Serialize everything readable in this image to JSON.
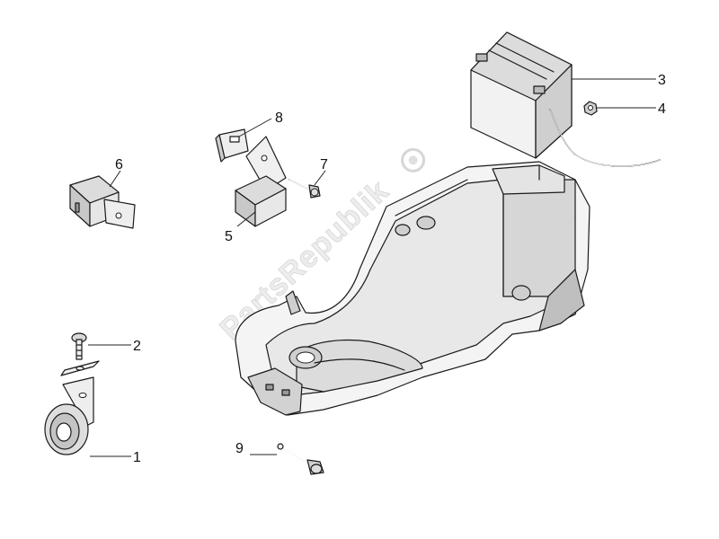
{
  "watermark": {
    "text": "PartsRepublik"
  },
  "callouts": [
    {
      "id": "1",
      "label": "1"
    },
    {
      "id": "2",
      "label": "2"
    },
    {
      "id": "3",
      "label": "3"
    },
    {
      "id": "4",
      "label": "4"
    },
    {
      "id": "5",
      "label": "5"
    },
    {
      "id": "6",
      "label": "6"
    },
    {
      "id": "7",
      "label": "7"
    },
    {
      "id": "8",
      "label": "8"
    },
    {
      "id": "9",
      "label": "9"
    }
  ],
  "colors": {
    "line": "#1a1a1a",
    "fill_light": "#e6e6e6",
    "fill_mid": "#c8c8c8",
    "watermark": "#e4e4e4"
  }
}
